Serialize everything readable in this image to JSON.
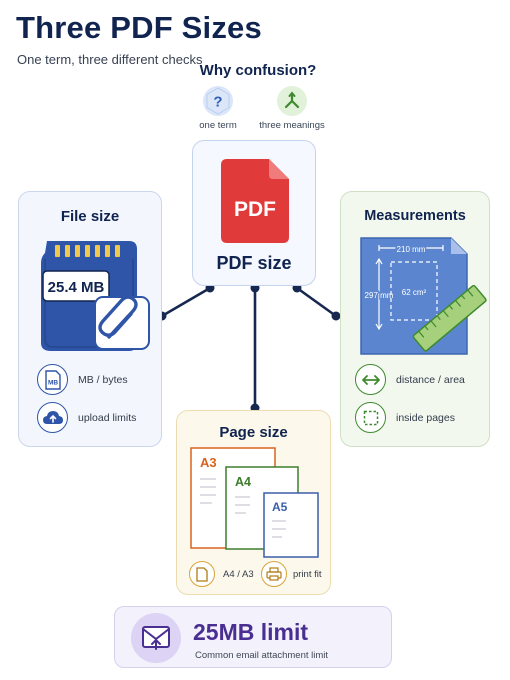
{
  "header": {
    "title": "Three PDF Sizes",
    "subtitle": "One term, three different checks"
  },
  "why": {
    "title": "Why confusion?",
    "items": [
      {
        "icon": "question-icon",
        "label": "one term"
      },
      {
        "icon": "split-arrows-icon",
        "label": "three meanings"
      }
    ]
  },
  "center": {
    "badge_text": "PDF",
    "label": "PDF size"
  },
  "file_size": {
    "title": "File size",
    "card_value": "25.4 MB",
    "features": [
      {
        "icon": "mb-file-icon",
        "label": "MB / bytes"
      },
      {
        "icon": "cloud-upload-icon",
        "label": "upload limits"
      }
    ]
  },
  "measurements": {
    "title": "Measurements",
    "width_label": "210 mm",
    "height_label": "297 mm",
    "area_label": "62 cm²",
    "features": [
      {
        "icon": "double-arrow-icon",
        "label": "distance / area"
      },
      {
        "icon": "dashed-square-icon",
        "label": "inside pages"
      }
    ]
  },
  "page_size": {
    "title": "Page size",
    "sheets": [
      "A3",
      "A4",
      "A5"
    ],
    "features": [
      {
        "icon": "document-icon",
        "label": "A4 / A3"
      },
      {
        "icon": "printer-icon",
        "label": "print fit"
      }
    ]
  },
  "limit": {
    "headline": "25MB limit",
    "caption": "Common email attachment limit"
  },
  "colors": {
    "title": "#10244f",
    "pdf_red": "#e03a3a",
    "file_blue": "#3a63b8",
    "meas_blue": "#5b86cf",
    "meas_green": "#3f8a2e",
    "a3_orange": "#d9631e",
    "a4_green": "#3e7d2d",
    "a5_blue": "#3a5ea8",
    "limit_purple": "#4a2f92",
    "connector": "#16284f"
  }
}
